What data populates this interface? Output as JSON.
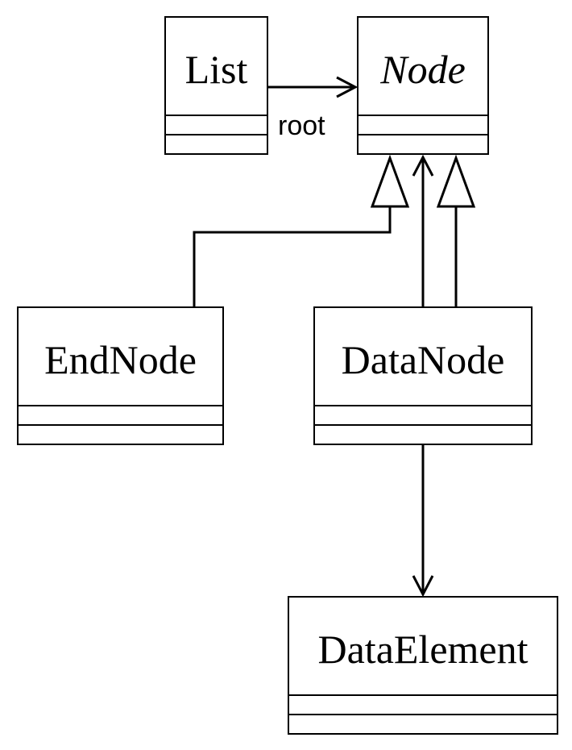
{
  "classes": {
    "list": {
      "name": "List",
      "abstract": false
    },
    "node": {
      "name": "Node",
      "abstract": true
    },
    "end_node": {
      "name": "EndNode",
      "abstract": false
    },
    "data_node": {
      "name": "DataNode",
      "abstract": false
    },
    "data_element": {
      "name": "DataElement",
      "abstract": false
    }
  },
  "relationships": [
    {
      "from": "List",
      "to": "Node",
      "kind": "association",
      "label": "root"
    },
    {
      "from": "EndNode",
      "to": "Node",
      "kind": "generalization"
    },
    {
      "from": "DataNode",
      "to": "Node",
      "kind": "association"
    },
    {
      "from": "DataNode",
      "to": "Node",
      "kind": "generalization"
    },
    {
      "from": "DataNode",
      "to": "DataElement",
      "kind": "association"
    }
  ],
  "labels": {
    "root": "root"
  }
}
